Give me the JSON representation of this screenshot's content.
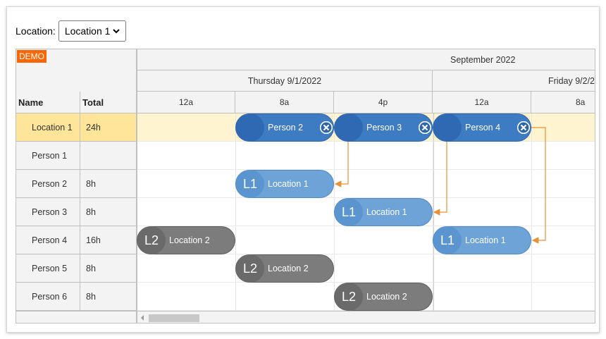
{
  "toolbar": {
    "location_label": "Location:",
    "location_value": "Location 1"
  },
  "demo_badge": "DEMO",
  "timeline": {
    "month": "September 2022",
    "days": [
      "Thursday 9/1/2022",
      "Friday 9/2/2"
    ],
    "hours": [
      "12a",
      "8a",
      "4p",
      "12a",
      "8a"
    ]
  },
  "columns": {
    "name": "Name",
    "total": "Total"
  },
  "rows": [
    {
      "name": "Location 1",
      "total": "24h"
    },
    {
      "name": "Person 1",
      "total": ""
    },
    {
      "name": "Person 2",
      "total": "8h"
    },
    {
      "name": "Person 3",
      "total": "8h"
    },
    {
      "name": "Person 4",
      "total": "16h"
    },
    {
      "name": "Person 5",
      "total": "8h"
    },
    {
      "name": "Person 6",
      "total": "8h"
    }
  ],
  "events": [
    {
      "text": "Person 2",
      "badge": "",
      "type": "person"
    },
    {
      "text": "Person 3",
      "badge": "",
      "type": "person"
    },
    {
      "text": "Person 4",
      "badge": "",
      "type": "person"
    },
    {
      "text": "Location 1",
      "badge": "L1",
      "type": "loc1"
    },
    {
      "text": "Location 1",
      "badge": "L1",
      "type": "loc1"
    },
    {
      "text": "Location 2",
      "badge": "L2",
      "type": "loc2"
    },
    {
      "text": "Location 1",
      "badge": "L1",
      "type": "loc1"
    },
    {
      "text": "Location 2",
      "badge": "L2",
      "type": "loc2"
    },
    {
      "text": "Location 2",
      "badge": "L2",
      "type": "loc2"
    }
  ],
  "colors": {
    "highlight_row": "#fff4d0",
    "highlight_header": "#ffe599",
    "link": "#e69138",
    "demo": "#ff6600"
  }
}
